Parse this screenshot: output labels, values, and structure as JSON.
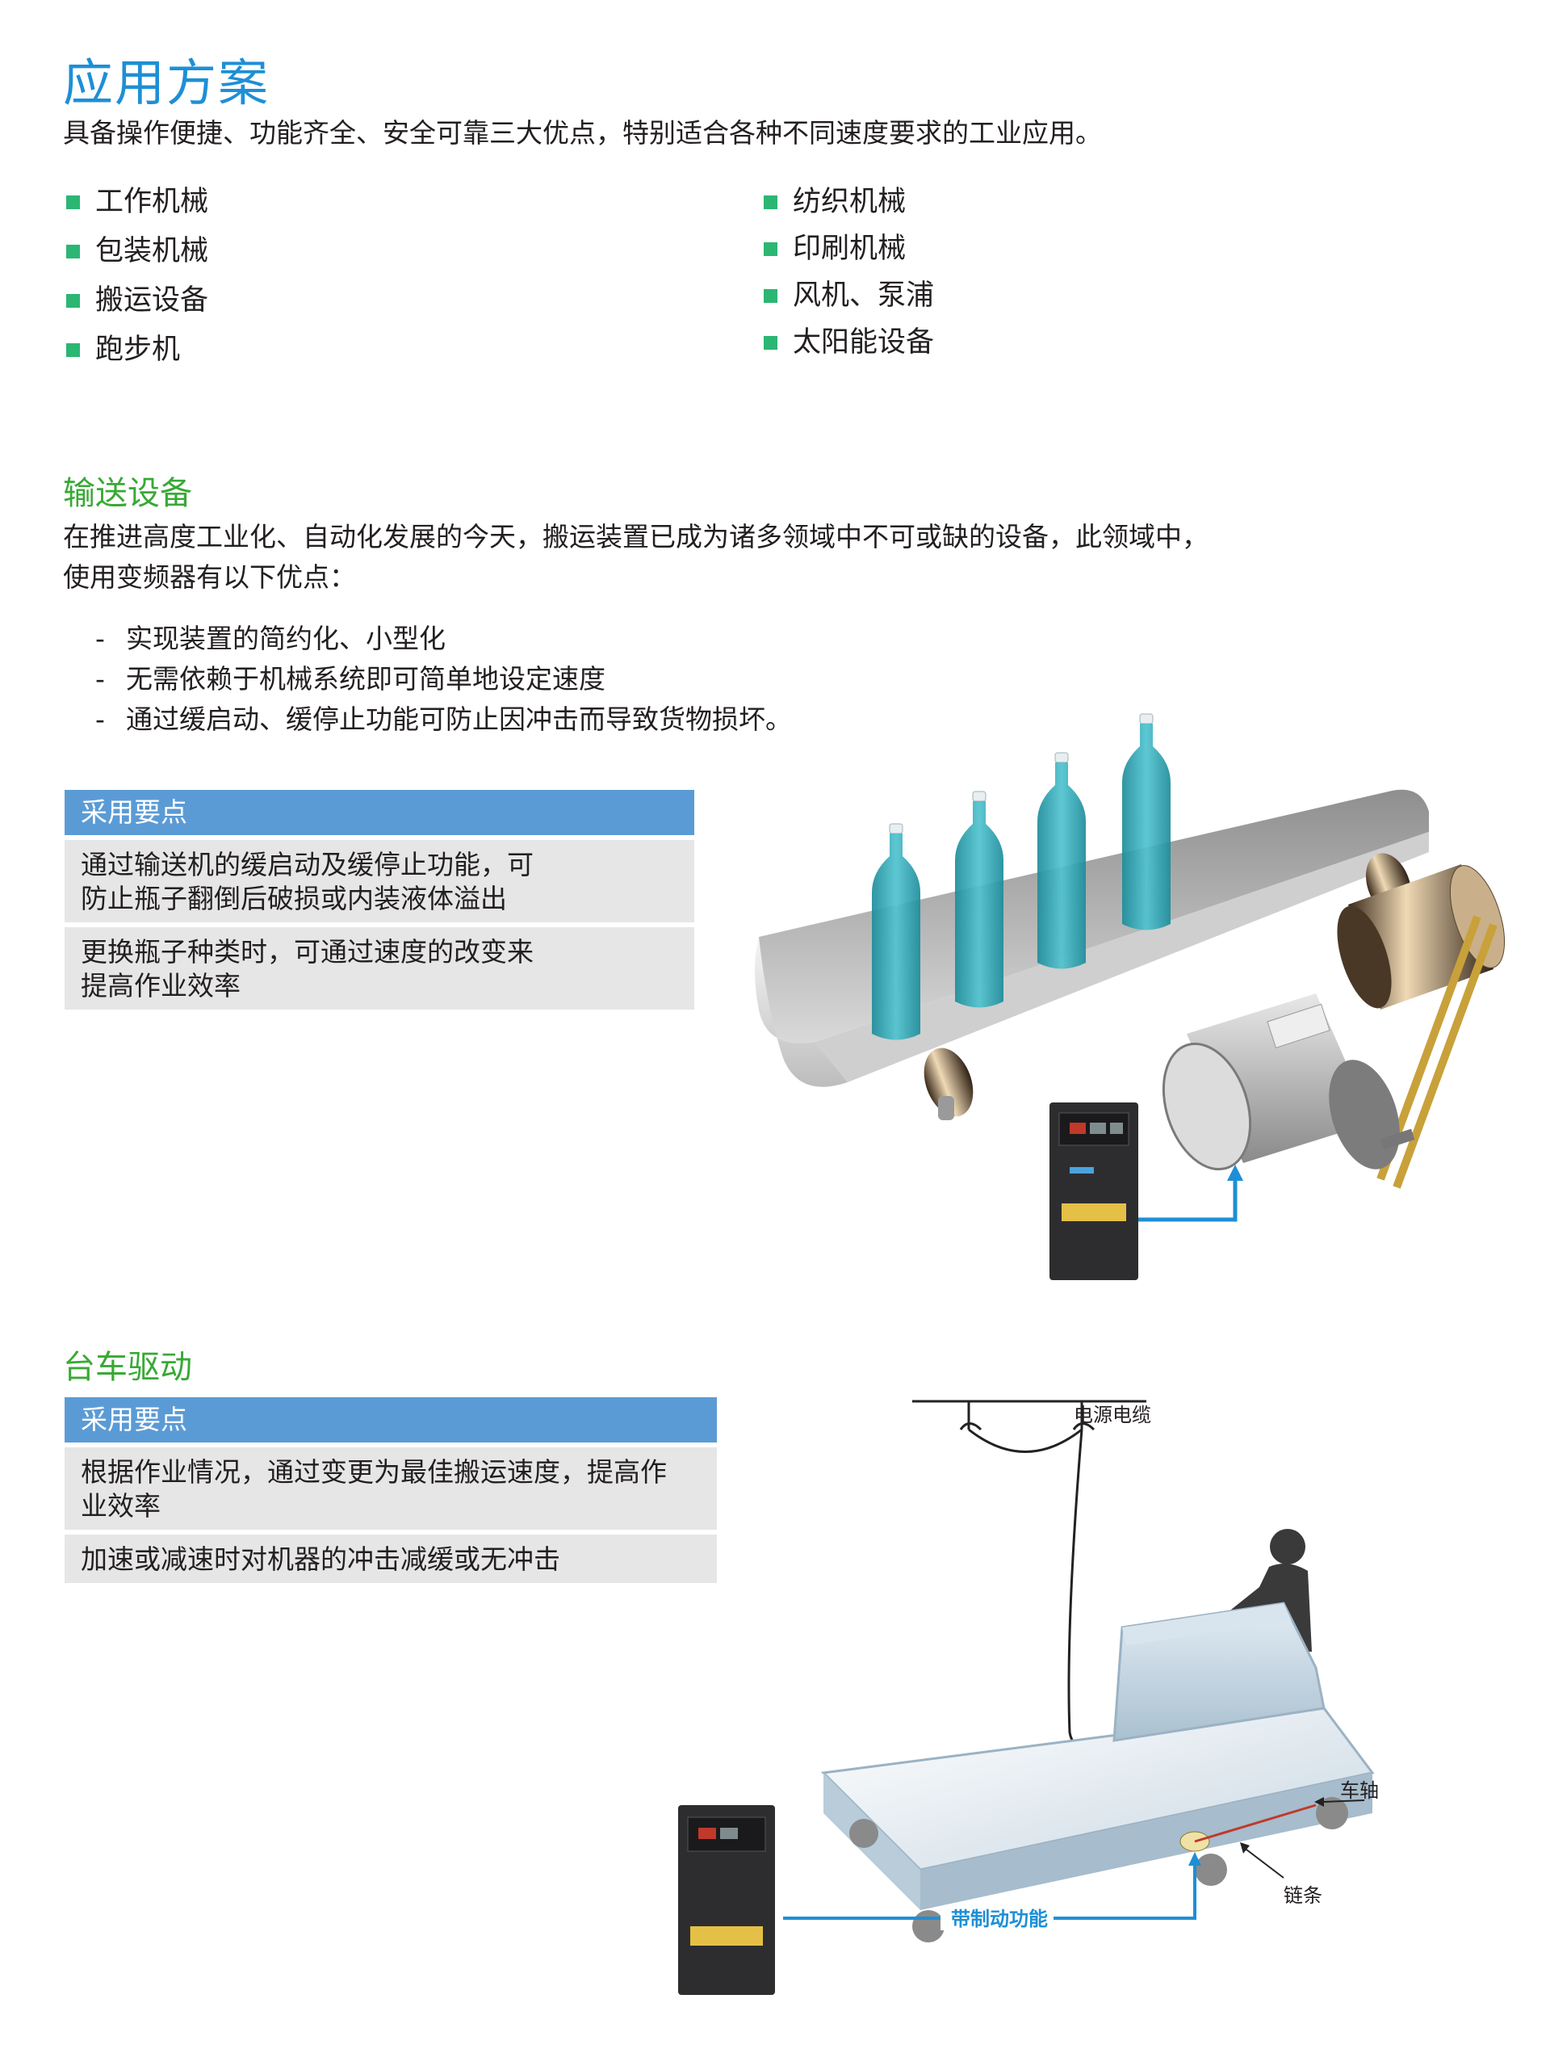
{
  "header": {
    "title": "应用方案",
    "intro": "具备操作便捷、功能齐全、安全可靠三大优点，特别适合各种不同速度要求的工业应用。"
  },
  "applications": {
    "left": [
      "工作机械",
      "包装机械",
      "搬运设备",
      "跑步机"
    ],
    "right": [
      "纺织机械",
      "印刷机械",
      "风机、泵浦",
      "太阳能设备"
    ]
  },
  "conveyor": {
    "title": "输送设备",
    "paragraph_line1": "在推进高度工业化、自动化发展的今天，搬运装置已成为诸多领域中不可或缺的设备，此领域中，",
    "paragraph_line2": "使用变频器有以下优点：",
    "dash": "-",
    "advantages": [
      "实现装置的简约化、小型化",
      "无需依赖于机械系统即可简单地设定速度",
      "通过缓启动、缓停止功能可防止因冲击而导致货物损坏。"
    ],
    "table_header": "采用要点",
    "points": [
      {
        "line1": "通过输送机的缓启动及缓停止功能，可",
        "line2": "防止瓶子翻倒后破损或内装液体溢出"
      },
      {
        "line1": "更换瓶子种类时，可通过速度的改变来",
        "line2": "提高作业效率"
      }
    ]
  },
  "trolley": {
    "title": "台车驱动",
    "table_header": "采用要点",
    "points": [
      {
        "line1": "根据作业情况，通过变更为最佳搬运速度，提高作",
        "line2": "业效率"
      },
      {
        "line1": "加速或减速时对机器的冲击减缓或无冲击",
        "line2": ""
      }
    ],
    "labels": {
      "cable": "电源电缆",
      "axle": "车轴",
      "chain": "链条",
      "brake": "带制动功能"
    }
  },
  "colors": {
    "title_blue": "#1e8fd6",
    "section_green": "#38a935",
    "bullet_green": "#2bb673",
    "table_header_blue": "#5b9bd5",
    "table_row_gray": "#e6e6e6",
    "liquid_teal": "#2aa7b5"
  }
}
